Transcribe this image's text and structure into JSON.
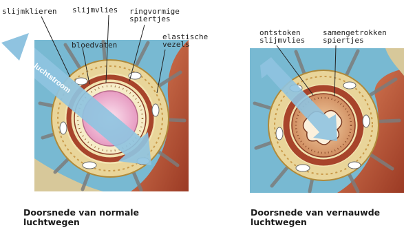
{
  "labels": {
    "left": {
      "slijmklieren": "slijmklieren",
      "slijmvlies": "slijmvlies",
      "ringvormige": "ringvormige\nspiertjes",
      "bloedvaten": "bloedvaten",
      "elastische": "elastische\nvezels",
      "luchtstroom": "luchtstroom"
    },
    "right": {
      "ontstoken": "ontstoken\nslijmvlies",
      "samengetrokken": "samengetrokken\nspiertjes"
    }
  },
  "captions": {
    "left": "Doorsnede van normale\nluchtwegen",
    "right": "Doorsnede van vernauwde\nluchtwegen"
  },
  "colors": {
    "background_blue": "#78b9d2",
    "outer_ring": "#e9d59a",
    "muscle": "#a8442b",
    "mucosa_normal": "#f0b9d4",
    "mucosa_inflamed": "#e0a37a",
    "arrow": "#8fc3e0",
    "tissue_right": "#c9613f"
  }
}
